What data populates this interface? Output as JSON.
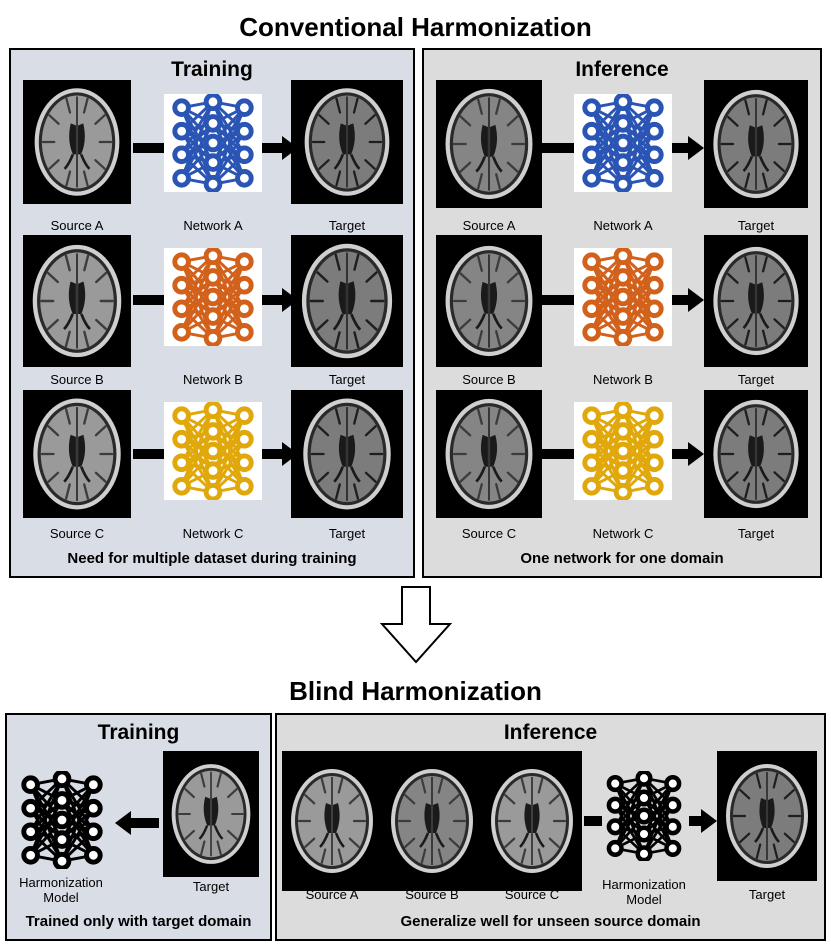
{
  "conventional": {
    "title": "Conventional Harmonization",
    "training": {
      "title": "Training",
      "footer": "Need for multiple dataset during training",
      "rows": [
        {
          "source": "Source A",
          "network": "Network A",
          "target": "Target",
          "color": "#2a55b5"
        },
        {
          "source": "Source B",
          "network": "Network B",
          "target": "Target",
          "color": "#d2611c"
        },
        {
          "source": "Source C",
          "network": "Network C",
          "target": "Target",
          "color": "#e0a80a"
        }
      ]
    },
    "inference": {
      "title": "Inference",
      "footer": "One network for one domain",
      "rows": [
        {
          "source": "Source A",
          "network": "Network A",
          "target": "Target",
          "color": "#2a55b5"
        },
        {
          "source": "Source B",
          "network": "Network B",
          "target": "Target",
          "color": "#d2611c"
        },
        {
          "source": "Source C",
          "network": "Network C",
          "target": "Target",
          "color": "#e0a80a"
        }
      ]
    }
  },
  "blind": {
    "title": "Blind Harmonization",
    "training": {
      "title": "Training",
      "footer": "Trained only with target domain",
      "model_label": "Harmonization\nModel",
      "target_label": "Target",
      "color": "#000000"
    },
    "inference": {
      "title": "Inference",
      "footer": "Generalize well for unseen source domain",
      "sources": [
        "Source A",
        "Source B",
        "Source C"
      ],
      "model_label": "Harmonization\nModel",
      "target_label": "Target",
      "color": "#000000"
    }
  },
  "colors": {
    "training_panel": "#d9dde6",
    "inference_panel": "#dcdcdc"
  }
}
